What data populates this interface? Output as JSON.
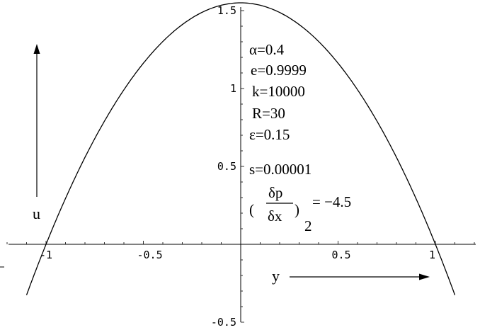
{
  "chart_data": {
    "type": "line",
    "title": "",
    "xlabel": "y",
    "ylabel": "u",
    "xlim": [
      -1.2,
      1.2
    ],
    "ylim": [
      -0.5,
      1.55
    ],
    "x_ticks": [
      "-1",
      "-0.5",
      "0.5",
      "1"
    ],
    "x_tick_values": [
      -1,
      -0.5,
      0.5,
      1
    ],
    "y_ticks": [
      "-0.5",
      "0.5",
      "1",
      "1.5"
    ],
    "y_tick_values": [
      -0.5,
      0.5,
      1,
      1.5
    ],
    "grid": false,
    "series": [
      {
        "values_description_free": true,
        "x": [
          -1.1,
          -1.0,
          -0.8,
          -0.6,
          -0.4,
          -0.2,
          0.0,
          0.2,
          0.4,
          0.6,
          0.8,
          1.0,
          1.1
        ],
        "y": [
          -0.33,
          0.0,
          0.56,
          0.99,
          1.31,
          1.5,
          1.55,
          1.5,
          1.31,
          0.99,
          0.56,
          0.0,
          -0.33
        ]
      }
    ],
    "annotations": {
      "alpha": "α=0.4",
      "e": "e=0.9999",
      "k": "k=10000",
      "R": "R=30",
      "epsilon": "ε=0.15",
      "s": "s=0.00001",
      "dp_num": "δp",
      "dp_den": "δx",
      "dp_sub": "2",
      "dp_value": "= −4.5"
    }
  }
}
